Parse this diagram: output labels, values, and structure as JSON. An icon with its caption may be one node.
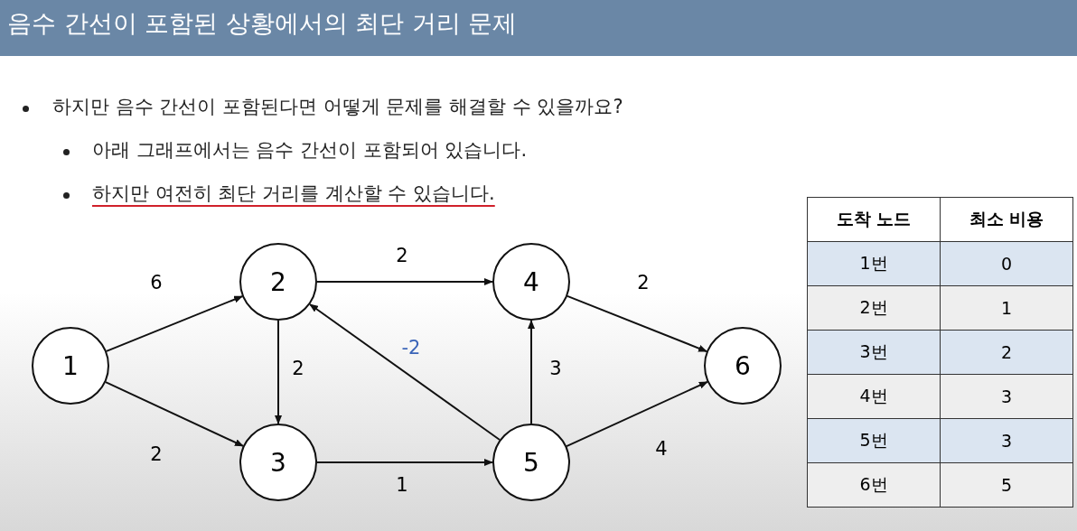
{
  "diagram": {
    "title": "음수 간선이 포함된 상황에서의 최단 거리 문제",
    "nodes": [
      {
        "text": [
          "1"
        ]
      },
      {
        "text": [
          "2"
        ]
      },
      {
        "text": [
          "3"
        ]
      },
      {
        "text": [
          "4"
        ]
      },
      {
        "text": [
          "5"
        ]
      },
      {
        "text": [
          "6"
        ]
      }
    ],
    "edges": [
      {
        "from": 0,
        "to": 1,
        "arrow": "to",
        "label": "6"
      },
      {
        "from": 0,
        "to": 2,
        "arrow": "to",
        "label": "2"
      },
      {
        "from": 1,
        "to": 3,
        "arrow": "to",
        "label": "2"
      },
      {
        "from": 1,
        "to": 2,
        "arrow": "to",
        "label": "2"
      },
      {
        "from": 4,
        "to": 1,
        "arrow": "to",
        "label": "-2"
      },
      {
        "from": 2,
        "to": 4,
        "arrow": "to",
        "label": "1"
      },
      {
        "from": 4,
        "to": 3,
        "arrow": "to",
        "label": "3"
      },
      {
        "from": 3,
        "to": 5,
        "arrow": "to",
        "label": "2"
      },
      {
        "from": 4,
        "to": 5,
        "arrow": "to",
        "label": "4"
      }
    ],
    "labels": [
      "하지만 음수 간선이 포함된다면 어떻게 문제를 해결할 수 있을까요?",
      "아래 그래프에서는 음수 간선이 포함되어 있습니다.",
      "하지만 여전히 최단 거리를 계산할 수 있습니다.",
      "도착 노드",
      "최소 비용",
      "1번",
      "0",
      "2번",
      "1",
      "3번",
      "2",
      "4번",
      "3",
      "5번",
      "3",
      "6번",
      "5"
    ]
  }
}
